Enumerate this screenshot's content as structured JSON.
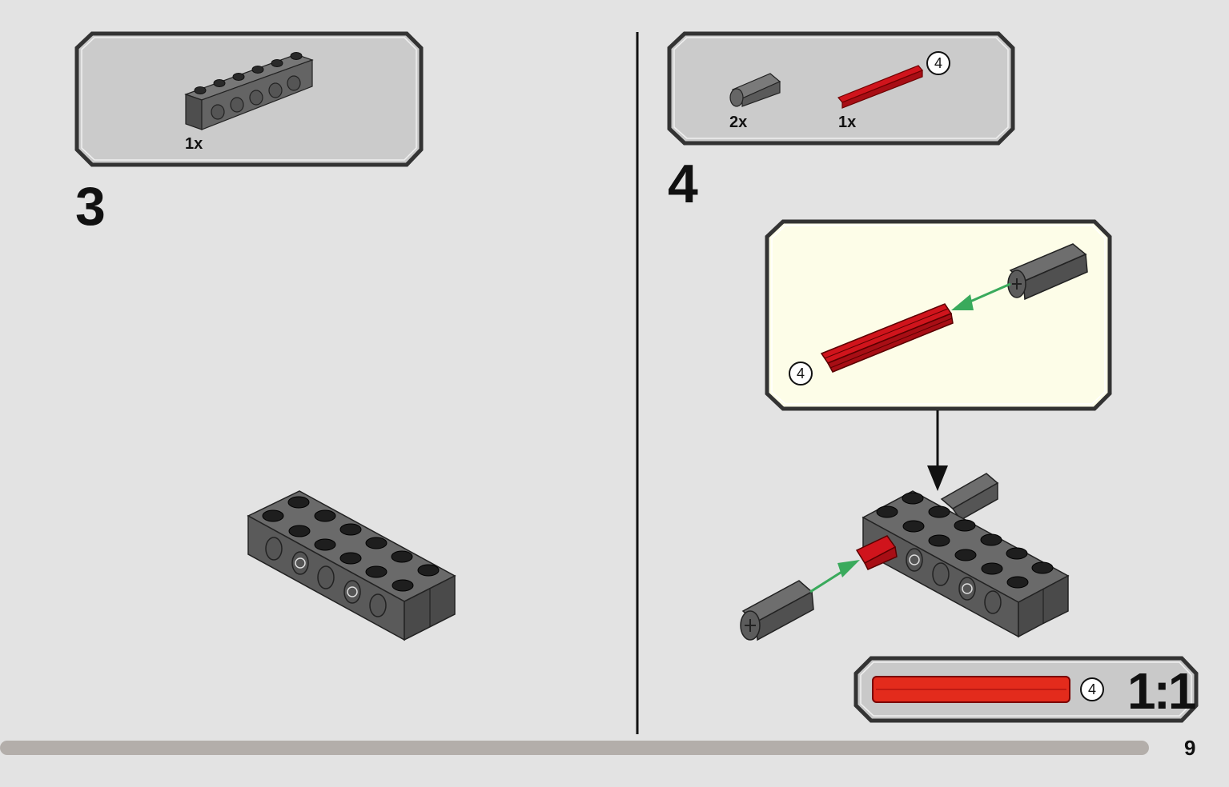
{
  "page_number": "9",
  "steps": [
    {
      "number": "3",
      "parts": [
        {
          "qty": "1x",
          "part": "technic-brick-1x6-dark-grey"
        }
      ]
    },
    {
      "number": "4",
      "parts": [
        {
          "qty": "2x",
          "part": "axle-connector-dark-grey"
        },
        {
          "qty": "1x",
          "part": "axle-4-red",
          "length": "4"
        }
      ],
      "subassembly_axle_length": "4"
    }
  ],
  "scale_box": {
    "axle_length": "4",
    "scale": "1:1"
  },
  "colors": {
    "background": "#e3e3e3",
    "callout_bg": "#cbcbcb",
    "subassembly_bg": "#fdfde8",
    "brick_grey": "#5c5c5c",
    "axle_red": "#c8121b",
    "arrow_green": "#3aaa5c",
    "progress_bar": "#b3aeaa"
  }
}
